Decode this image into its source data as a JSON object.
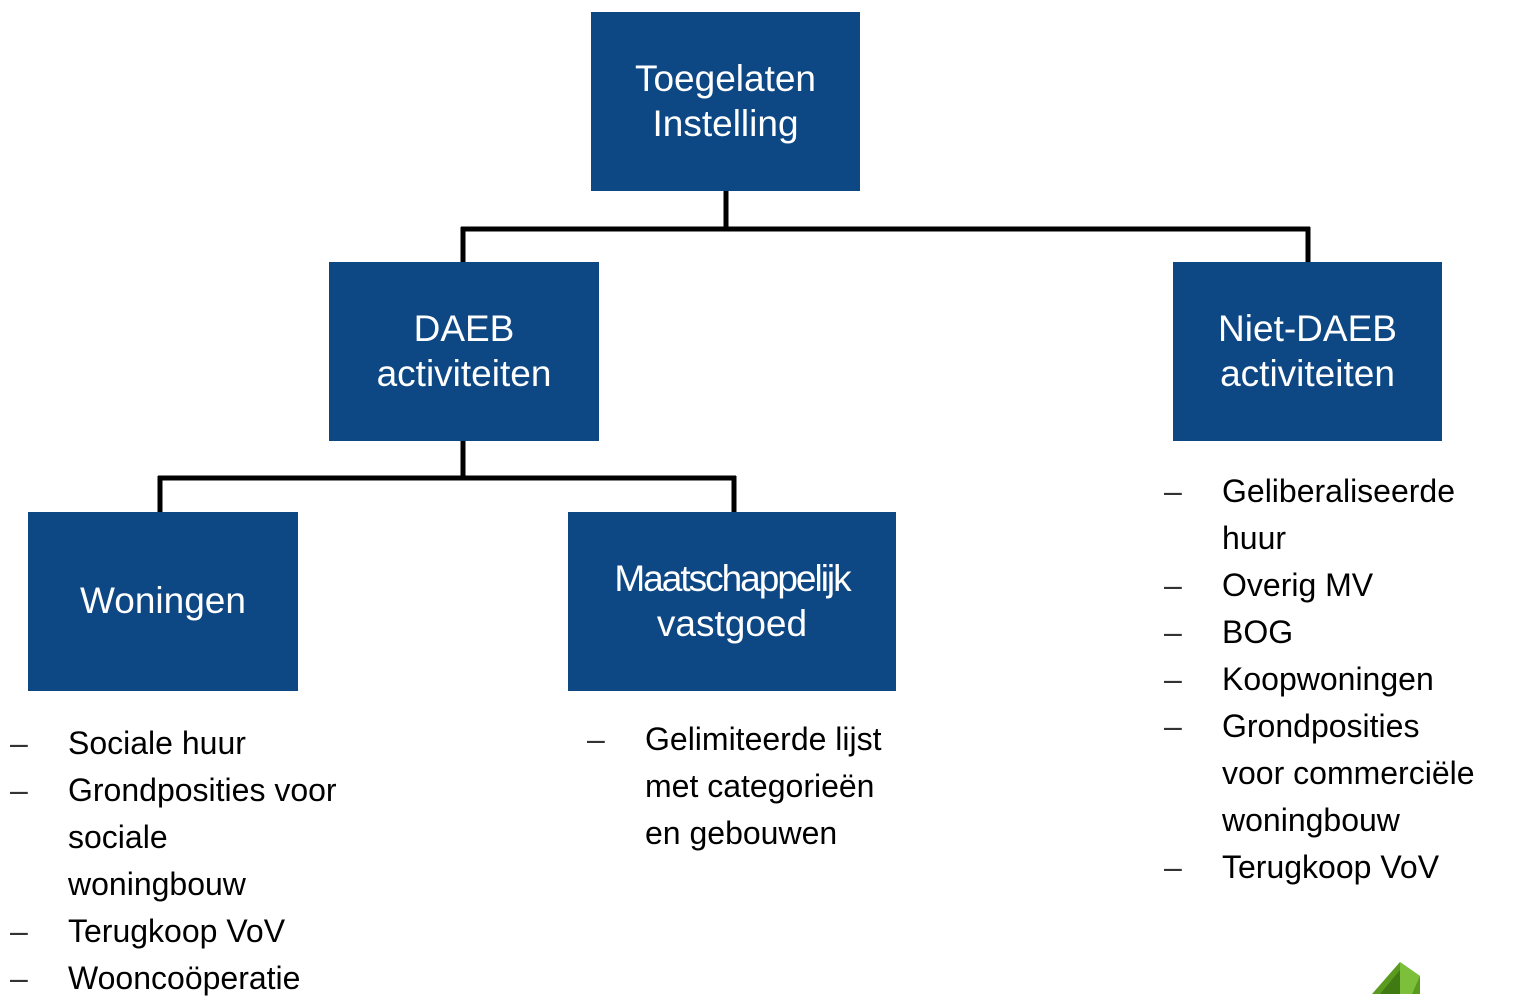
{
  "boxes": {
    "top": {
      "line1": "Toegelaten",
      "line2": "Instelling"
    },
    "daeb": {
      "line1": "DAEB",
      "line2": "activiteiten"
    },
    "niet_daeb": {
      "line1": "Niet-DAEB",
      "line2": "activiteiten"
    },
    "woningen": {
      "line1": "Woningen"
    },
    "maatschappelijk": {
      "line1": "Maatschappelijk",
      "line2": "vastgoed"
    }
  },
  "bullet_marker": "–",
  "lists": {
    "woningen": [
      {
        "lines": [
          "Sociale huur"
        ]
      },
      {
        "lines": [
          "Grondposities voor",
          "sociale",
          "woningbouw"
        ]
      },
      {
        "lines": [
          "Terugkoop VoV"
        ]
      },
      {
        "lines": [
          "Wooncoöperatie"
        ]
      }
    ],
    "maatschappelijk": [
      {
        "lines": [
          "Gelimiteerde lijst",
          "met categorieën",
          "en gebouwen"
        ]
      }
    ],
    "niet_daeb": [
      {
        "lines": [
          "Geliberaliseerde",
          "huur"
        ]
      },
      {
        "lines": [
          "Overig MV"
        ]
      },
      {
        "lines": [
          "BOG"
        ]
      },
      {
        "lines": [
          "Koopwoningen"
        ]
      },
      {
        "lines": [
          "Grondposities",
          "voor commerciële",
          "woningbouw"
        ]
      },
      {
        "lines": [
          "Terugkoop VoV"
        ]
      }
    ]
  },
  "colors": {
    "box_fill": "#0d4784",
    "box_text": "#ffffff",
    "connector": "#000000",
    "logo_green": "#5a9a1f"
  }
}
